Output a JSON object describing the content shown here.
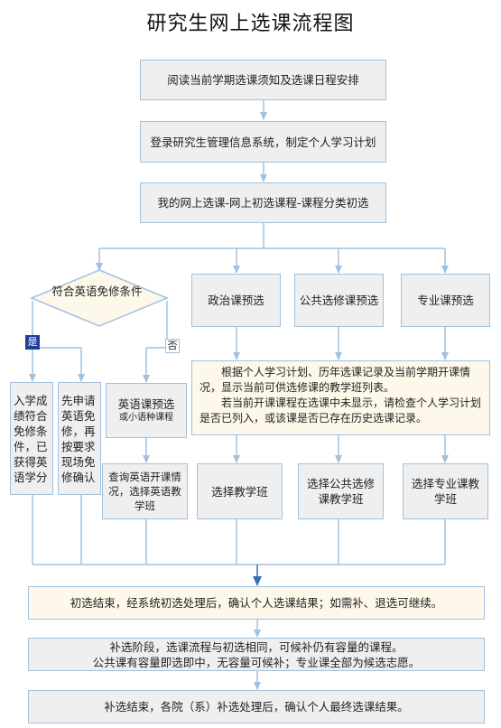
{
  "title": "研究生网上选课流程图",
  "steps": {
    "read_notice": "阅读当前学期选课须知及选课日程安排",
    "login": "登录研究生管理信息系统，制定个人学习计划",
    "my_selection": "我的网上选课-网上初选课程-课程分类初选"
  },
  "decision": {
    "question": "符合英语免修条件",
    "yes_label": "是",
    "no_label": "否",
    "exempt_result": "入学成绩符合免修条件，已获得英语学分",
    "apply_exempt": "先申请英语免修，再按要求现场免修确认"
  },
  "english": {
    "preselect": "英语课预选",
    "preselect_sub": "或小语种课程",
    "query": "查询英语开课情况，选择英语教学班"
  },
  "categories": {
    "politics": "政治课预选",
    "public_elective": "公共选修课预选",
    "major": "专业课预选"
  },
  "note": {
    "line1": "根据个人学习计划、历年选课记录及当前学期开课情况，显示当前可供选修课的教学班列表。",
    "line2": "若当前开课课程在选课中未显示，请检查个人学习计划是否已列入，或该课是否已存在历史选课记录。"
  },
  "select_class": {
    "teaching": "选择教学班",
    "public": "选择公共选修课教学班",
    "major": "选择专业课教学班"
  },
  "final": {
    "initial_end": "初选结束，经系统初选处理后，确认个人选课结果；如需补、退选可继续。",
    "supplement_1": "补选阶段，选课流程与初选相同，可候补仍有容量的课程。",
    "supplement_2": "公共课有容量即选即中，无容量可候补；专业课全部为候选志愿。",
    "supplement_end": "补选结束，各院（系）补选处理后，确认个人最终选课结果。"
  }
}
